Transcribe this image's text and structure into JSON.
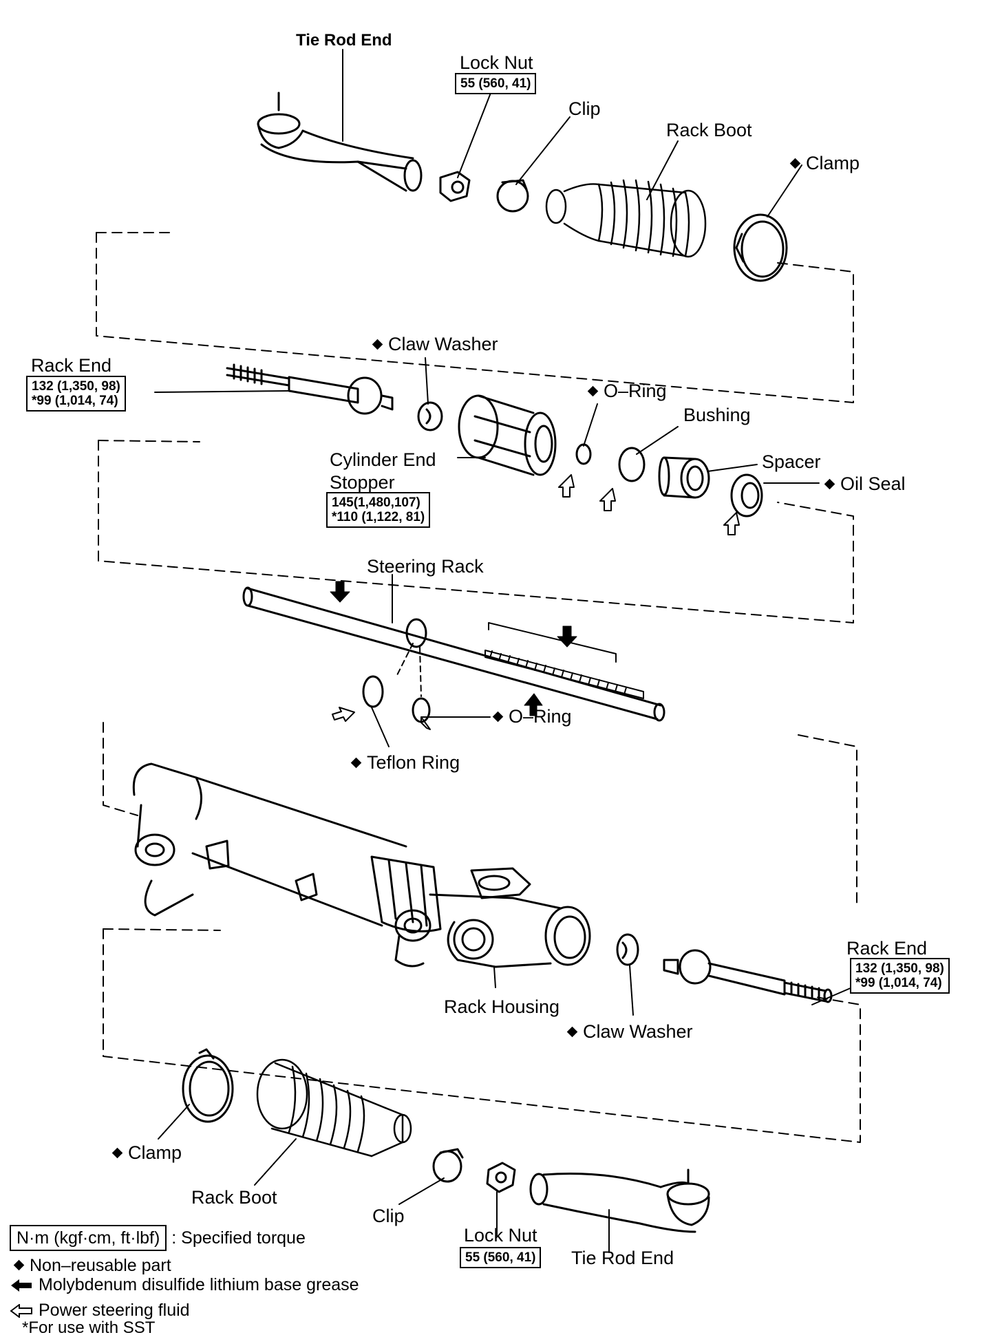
{
  "labels": {
    "tie_rod_end_top": "Tie Rod End",
    "lock_nut_top": "Lock Nut",
    "lock_nut_top_torque": "55 (560, 41)",
    "clip_top": "Clip",
    "rack_boot_top": "Rack Boot",
    "clamp_top": "Clamp",
    "rack_end_left": "Rack End",
    "rack_end_left_torque_1": "132 (1,350, 98)",
    "rack_end_left_torque_2": "*99 (1,014, 74)",
    "claw_washer_top": "Claw Washer",
    "o_ring_top": "O–Ring",
    "bushing": "Bushing",
    "cylinder_end_stopper_1": "Cylinder End",
    "cylinder_end_stopper_2": "Stopper",
    "cylinder_torque_1": "145(1,480,107)",
    "cylinder_torque_2": "*110 (1,122, 81)",
    "spacer": "Spacer",
    "oil_seal": "Oil Seal",
    "steering_rack": "Steering Rack",
    "o_ring_mid": "O–Ring",
    "teflon_ring": "Teflon Ring",
    "rack_end_right": "Rack End",
    "rack_end_right_torque_1": "132 (1,350, 98)",
    "rack_end_right_torque_2": "*99 (1,014, 74)",
    "rack_housing": "Rack Housing",
    "claw_washer_bottom": "Claw Washer",
    "clamp_bottom": "Clamp",
    "rack_boot_bottom": "Rack Boot",
    "clip_bottom": "Clip",
    "lock_nut_bottom": "Lock Nut",
    "lock_nut_bottom_torque": "55 (560, 41)",
    "tie_rod_end_bottom": "Tie Rod End"
  },
  "legend": {
    "torque_box": "N·m (kgf·cm, ft·lbf)",
    "torque_text": ": Specified torque",
    "non_reusable": "Non–reusable part",
    "grease": "Molybdenum disulfide lithium base grease",
    "fluid": "Power steering fluid",
    "sst": "*For use with SST"
  }
}
